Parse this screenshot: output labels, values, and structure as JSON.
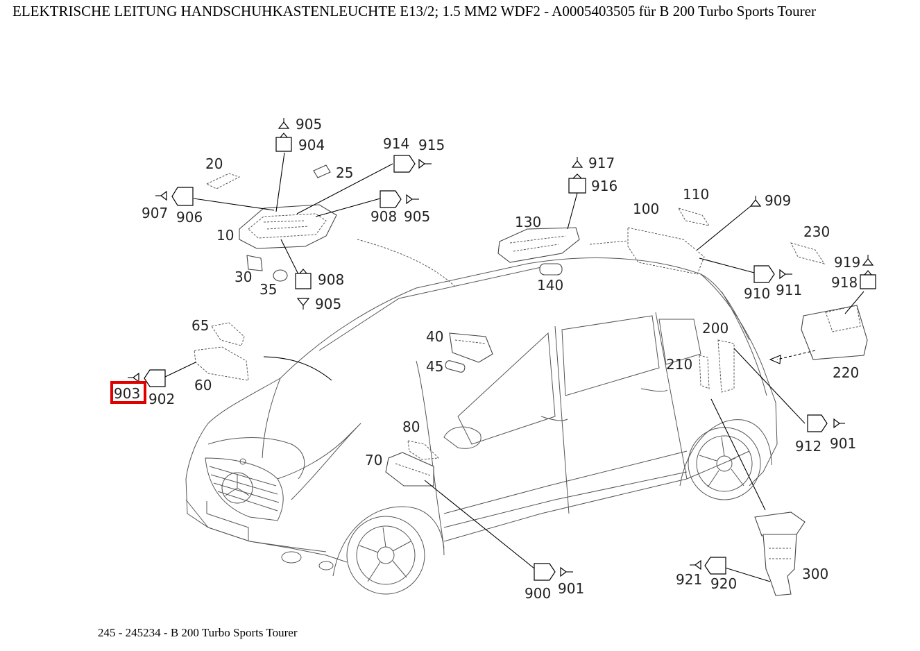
{
  "title": "ELEKTRISCHE LEITUNG HANDSCHUHKASTENLEUCHTE E13/2; 1.5 MM2 WDF2 - A0005403505 für B 200 Turbo Sports Tourer",
  "footer": "245 - 245234 - B 200 Turbo Sports Tourer",
  "highlight_color": "#e00000",
  "callouts": {
    "c905a": "905",
    "c904": "904",
    "c914": "914",
    "c915": "915",
    "c20": "20",
    "c25": "25",
    "c907": "907",
    "c906": "906",
    "c908a": "908",
    "c905b": "905",
    "c10": "10",
    "c30": "30",
    "c35": "35",
    "c908b": "908",
    "c905c": "905",
    "c917": "917",
    "c916": "916",
    "c130": "130",
    "c140": "140",
    "c100": "100",
    "c110": "110",
    "c909": "909",
    "c230": "230",
    "c910": "910",
    "c911": "911",
    "c919": "919",
    "c918": "918",
    "c220": "220",
    "c65": "65",
    "c60": "60",
    "c903": "903",
    "c902": "902",
    "c40": "40",
    "c45": "45",
    "c200": "200",
    "c210": "210",
    "c912": "912",
    "c901a": "901",
    "c80": "80",
    "c70": "70",
    "c900": "900",
    "c901b": "901",
    "c921": "921",
    "c920": "920",
    "c300": "300"
  }
}
